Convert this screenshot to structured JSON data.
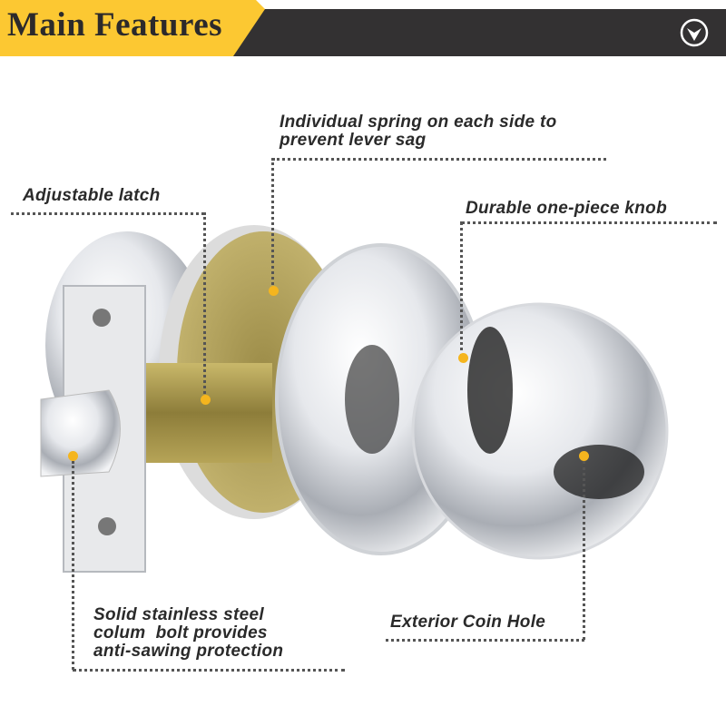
{
  "header": {
    "title": "Main Features",
    "icon": "chevron-down-circle-icon",
    "accent": "#fcc832",
    "bar_color": "#333132"
  },
  "callouts": {
    "spring": [
      "Individual spring on each side to",
      "prevent lever sag"
    ],
    "latch": "Adjustable latch",
    "knob": "Durable one-piece knob",
    "bolt": [
      "Solid stainless steel",
      "colum  bolt provides",
      "anti-sawing protection"
    ],
    "coin": "Exterior Coin Hole"
  }
}
